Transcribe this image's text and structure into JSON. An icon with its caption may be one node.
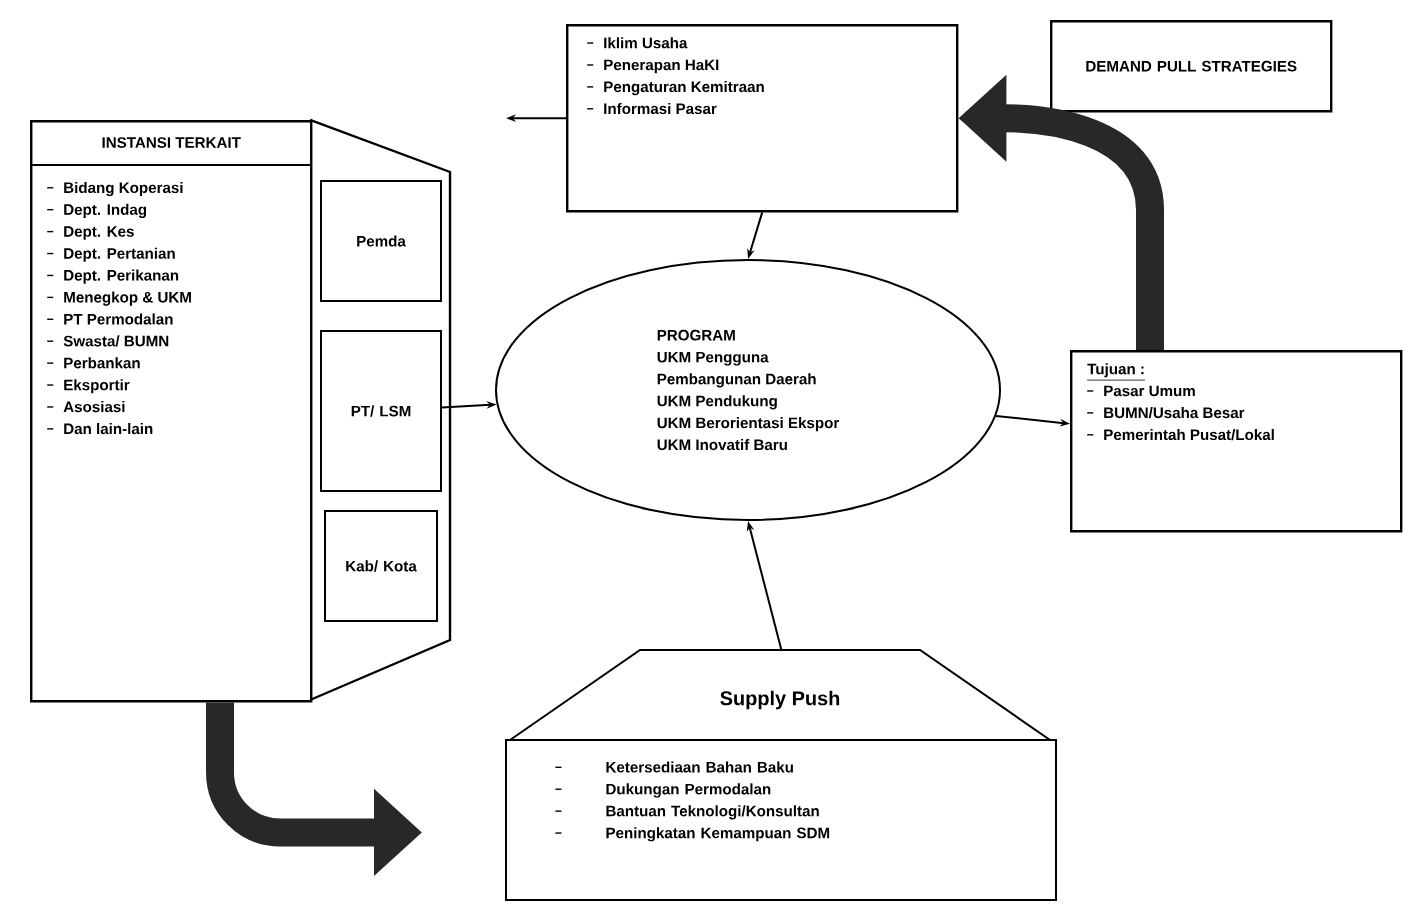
{
  "diagram": {
    "nodes": [
      {
        "text": [
          "INSTANSI TERKAIT",
          "Bidang Koperasi",
          "Dept. Indag",
          "Dept. Kes",
          "Dept. Pertanian",
          "Dept. Perikanan",
          "Menegkop & UKM",
          "PT Permodalan",
          "Swasta/ BUMN",
          "Perbankan",
          "Eksportir",
          "Asosiasi",
          "Dan lain-lain"
        ]
      },
      {
        "text": [
          "Pemda"
        ]
      },
      {
        "text": [
          "PT/ LSM"
        ]
      },
      {
        "text": [
          "Kab/ Kota"
        ]
      },
      {
        "text": [
          "Iklim Usaha",
          "Penerapan HaKI",
          "Pengaturan Kemitraan",
          "Informasi Pasar"
        ]
      },
      {
        "text": [
          "DEMAND PULL STRATEGIES"
        ]
      },
      {
        "text": [
          "PROGRAM",
          "UKM Pengguna",
          "Pembangunan Daerah",
          "UKM Pendukung",
          "UKM Berorientasi Ekspor",
          "UKM Inovatif Baru"
        ]
      },
      {
        "text": [
          "Tujuan :",
          "Pasar Umum",
          "BUMN/Usaha Besar",
          "Pemerintah Pusat/Lokal"
        ]
      },
      {
        "text": [
          "Supply Push",
          "Ketersediaan Bahan Baku",
          "Dukungan Permodalan",
          "Bantuan Teknologi/Konsultan",
          "Peningkatan Kemampuan SDM"
        ]
      }
    ],
    "edges": [
      {
        "from": 2,
        "to": 6,
        "arrow": "to"
      },
      {
        "from": 4,
        "to": 6,
        "arrow": "to"
      },
      {
        "from": 8,
        "to": 6,
        "arrow": "to"
      },
      {
        "from": 6,
        "to": 7,
        "arrow": "to"
      },
      {
        "from": 4,
        "to": null,
        "arrow": "to"
      },
      {
        "from": 7,
        "to": 4,
        "arrow": "to",
        "style": "thick"
      },
      {
        "from": 0,
        "to": 8,
        "arrow": "to",
        "style": "thick"
      }
    ]
  }
}
